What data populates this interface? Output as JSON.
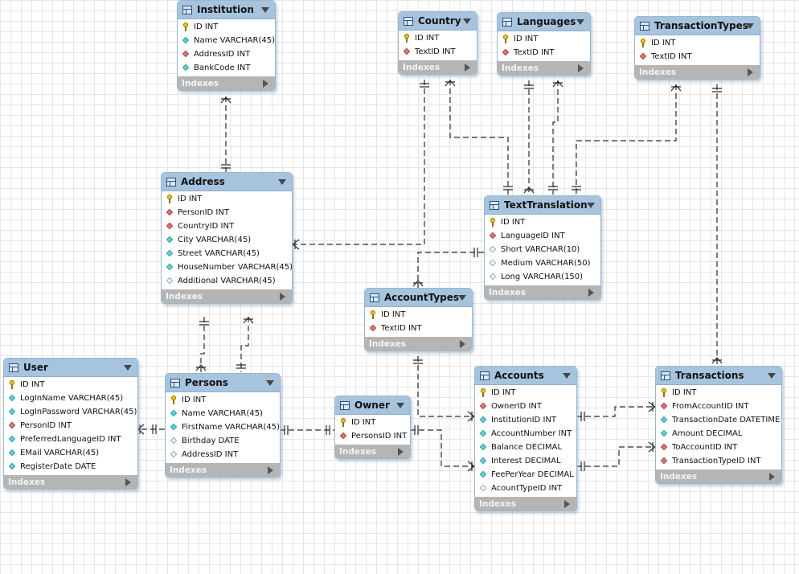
{
  "footer_label": "Indexes",
  "tables": {
    "institution": {
      "name": "Institution",
      "columns": [
        {
          "icon": "pk",
          "text": "ID INT"
        },
        {
          "icon": "attr",
          "text": "Name VARCHAR(45)"
        },
        {
          "icon": "fk",
          "text": "AddressID INT"
        },
        {
          "icon": "attr",
          "text": "BankCode INT"
        }
      ]
    },
    "country": {
      "name": "Country",
      "columns": [
        {
          "icon": "pk",
          "text": "ID INT"
        },
        {
          "icon": "fk",
          "text": "TextID INT"
        }
      ]
    },
    "languages": {
      "name": "Languages",
      "columns": [
        {
          "icon": "pk",
          "text": "ID INT"
        },
        {
          "icon": "fk",
          "text": "TextID INT"
        }
      ]
    },
    "transaction_types": {
      "name": "TransactionTypes",
      "columns": [
        {
          "icon": "pk",
          "text": "ID INT"
        },
        {
          "icon": "fk",
          "text": "TextID INT"
        }
      ]
    },
    "address": {
      "name": "Address",
      "columns": [
        {
          "icon": "pk",
          "text": "ID INT"
        },
        {
          "icon": "fk",
          "text": "PersonID INT"
        },
        {
          "icon": "fk",
          "text": "CountryID INT"
        },
        {
          "icon": "attr",
          "text": "City VARCHAR(45)"
        },
        {
          "icon": "attr",
          "text": "Street VARCHAR(45)"
        },
        {
          "icon": "attr",
          "text": "HouseNumber VARCHAR(45)"
        },
        {
          "icon": "optional",
          "text": "Additional VARCHAR(45)"
        }
      ]
    },
    "text_translation": {
      "name": "TextTranslation",
      "columns": [
        {
          "icon": "pk",
          "text": "ID INT"
        },
        {
          "icon": "fk",
          "text": "LanguageID INT"
        },
        {
          "icon": "optional",
          "text": "Short VARCHAR(10)"
        },
        {
          "icon": "optional",
          "text": "Medium VARCHAR(50)"
        },
        {
          "icon": "optional",
          "text": "Long VARCHAR(150)"
        }
      ]
    },
    "account_types": {
      "name": "AccountTypes",
      "columns": [
        {
          "icon": "pk",
          "text": "ID INT"
        },
        {
          "icon": "fk",
          "text": "TextID INT"
        }
      ]
    },
    "user": {
      "name": "User",
      "columns": [
        {
          "icon": "pk",
          "text": "ID INT"
        },
        {
          "icon": "attr",
          "text": "LogInName VARCHAR(45)"
        },
        {
          "icon": "attr",
          "text": "LogInPassword VARCHAR(45)"
        },
        {
          "icon": "fk",
          "text": "PersonID INT"
        },
        {
          "icon": "attr",
          "text": "PreferredLanguageID INT"
        },
        {
          "icon": "attr",
          "text": "EMail VARCHAR(45)"
        },
        {
          "icon": "attr",
          "text": "RegisterDate DATE"
        }
      ]
    },
    "persons": {
      "name": "Persons",
      "columns": [
        {
          "icon": "pk",
          "text": "ID INT"
        },
        {
          "icon": "attr",
          "text": "Name VARCHAR(45)"
        },
        {
          "icon": "attr",
          "text": "FirstName VARCHAR(45)"
        },
        {
          "icon": "optional",
          "text": "Birthday DATE"
        },
        {
          "icon": "optional-fk",
          "text": "AddressID INT"
        }
      ]
    },
    "owner": {
      "name": "Owner",
      "columns": [
        {
          "icon": "pk",
          "text": "ID INT"
        },
        {
          "icon": "fk",
          "text": "PersonsID INT"
        }
      ]
    },
    "accounts": {
      "name": "Accounts",
      "columns": [
        {
          "icon": "pk",
          "text": "ID INT"
        },
        {
          "icon": "fk",
          "text": "OwnerID INT"
        },
        {
          "icon": "attr",
          "text": "InstitutionID INT"
        },
        {
          "icon": "attr",
          "text": "AccountNumber INT"
        },
        {
          "icon": "attr",
          "text": "Balance DECIMAL"
        },
        {
          "icon": "attr",
          "text": "Interest DECIMAL"
        },
        {
          "icon": "attr",
          "text": "FeePerYear DECIMAL"
        },
        {
          "icon": "optional-fk",
          "text": "AcountTypeID INT"
        }
      ]
    },
    "transactions": {
      "name": "Transactions",
      "columns": [
        {
          "icon": "pk",
          "text": "ID INT"
        },
        {
          "icon": "fk",
          "text": "FromAccountID INT"
        },
        {
          "icon": "attr",
          "text": "TransactionDate DATETIME"
        },
        {
          "icon": "attr",
          "text": "Amount DECIMAL"
        },
        {
          "icon": "fk",
          "text": "ToAccountID INT"
        },
        {
          "icon": "fk",
          "text": "TransactionTypeID INT"
        }
      ]
    }
  }
}
